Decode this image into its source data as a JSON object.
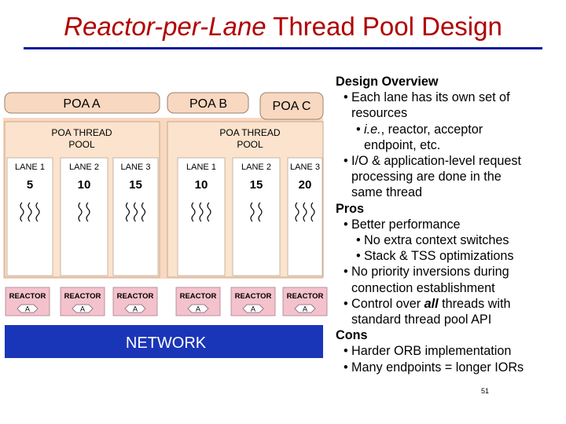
{
  "title": {
    "italic": "Reactor-per-Lane",
    "rest": " Thread Pool Design"
  },
  "colors": {
    "title": "#b00000",
    "rule": "#0a1a9a",
    "poa": "#f8d8c0",
    "pool": "#fbe3cd",
    "lane": "#ffffff",
    "reactor": "#f4c2cc",
    "network": "#1a36b8"
  },
  "poas": [
    "POA A",
    "POA B",
    "POA C"
  ],
  "pools": [
    "POA THREAD\nPOOL",
    "POA THREAD\nPOOL"
  ],
  "lanes": [
    {
      "label": "LANE 1",
      "priority": "5"
    },
    {
      "label": "LANE 2",
      "priority": "10"
    },
    {
      "label": "LANE 3",
      "priority": "15"
    },
    {
      "label": "LANE 1",
      "priority": "10"
    },
    {
      "label": "LANE 2",
      "priority": "15"
    },
    {
      "label": "LANE 3",
      "priority": "20"
    }
  ],
  "reactors": [
    {
      "label": "REACTOR",
      "acceptor": "A"
    },
    {
      "label": "REACTOR",
      "acceptor": "A"
    },
    {
      "label": "REACTOR",
      "acceptor": "A"
    },
    {
      "label": "REACTOR",
      "acceptor": "A"
    },
    {
      "label": "REACTOR",
      "acceptor": "A"
    },
    {
      "label": "REACTOR",
      "acceptor": "A"
    }
  ],
  "network": "NETWORK",
  "overview": {
    "heading": "Design Overview",
    "lane_resources_1": "Each lane has its own set of",
    "lane_resources_2": "resources",
    "ie": "i.e.",
    "ie_rest_1": ", reactor, acceptor",
    "ie_rest_2": "endpoint, etc.",
    "io_1": "I/O & application-level request",
    "io_2": "processing are done in the",
    "io_3": "same thread"
  },
  "pros": {
    "heading": "Pros",
    "perf": "Better performance",
    "no_switch": "No extra context switches",
    "stack": "Stack & TSS optimizations",
    "no_inv_1": "No priority inversions during",
    "no_inv_2": "connection establishment",
    "control_pre": "Control over ",
    "control_em": "all",
    "control_post": " threads with",
    "control_2": "standard thread pool API"
  },
  "cons": {
    "heading": "Cons",
    "harder": "Harder ORB implementation",
    "endpoints": "Many endpoints = longer IORs"
  },
  "page_number": "51"
}
